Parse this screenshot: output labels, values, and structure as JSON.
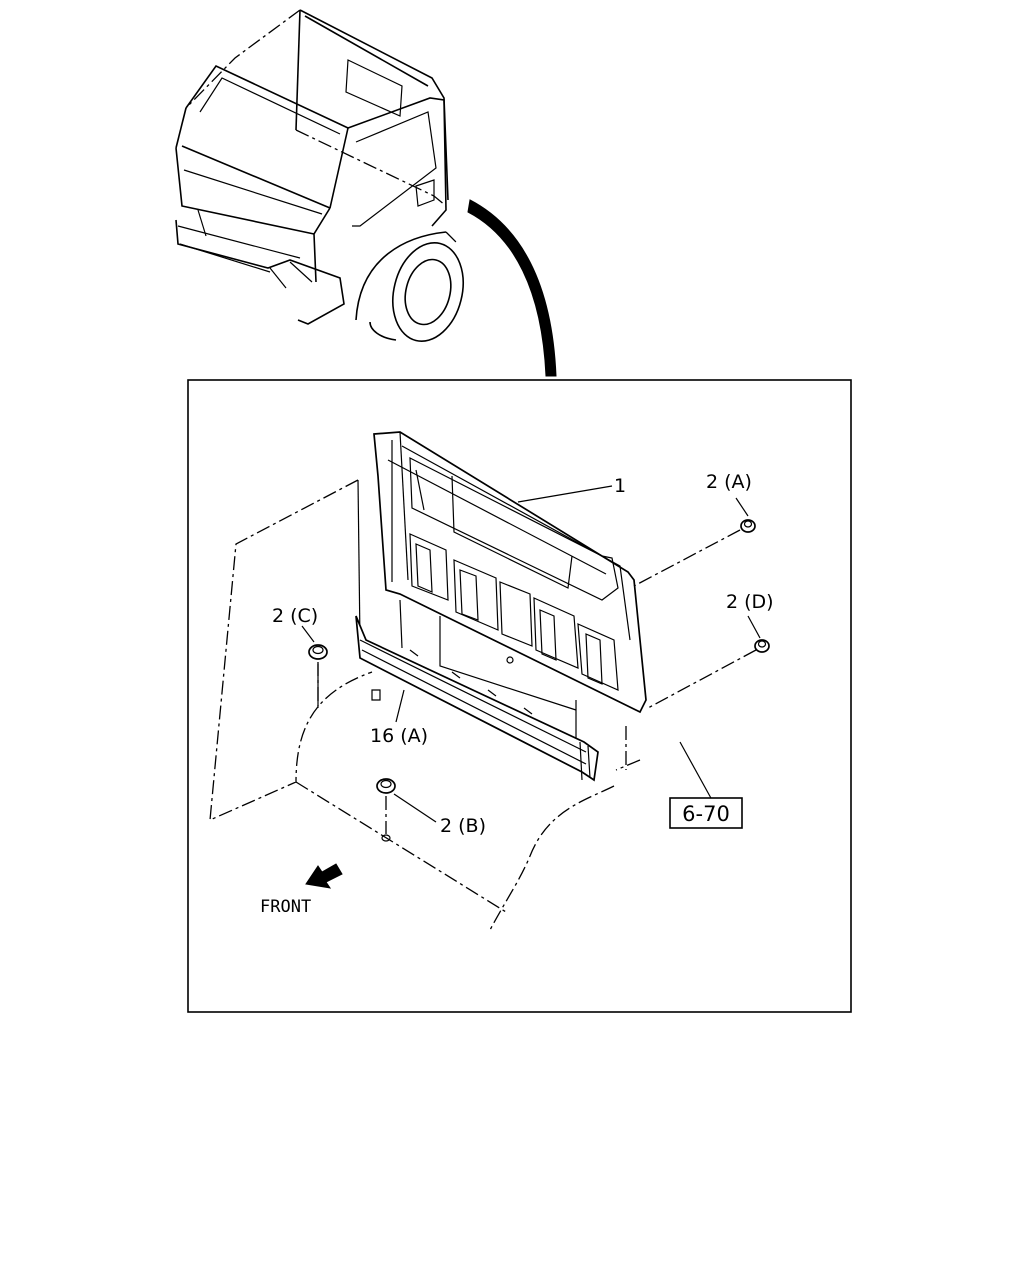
{
  "callouts": {
    "panel": "1",
    "clip_a": "2 (A)",
    "clip_b": "2 (B)",
    "clip_c": "2 (C)",
    "clip_d": "2 (D)",
    "sill": "16 (A)"
  },
  "reference": "6-70",
  "direction_label": "FRONT",
  "icons": {
    "direction_arrow": "arrow-down-left-icon"
  }
}
